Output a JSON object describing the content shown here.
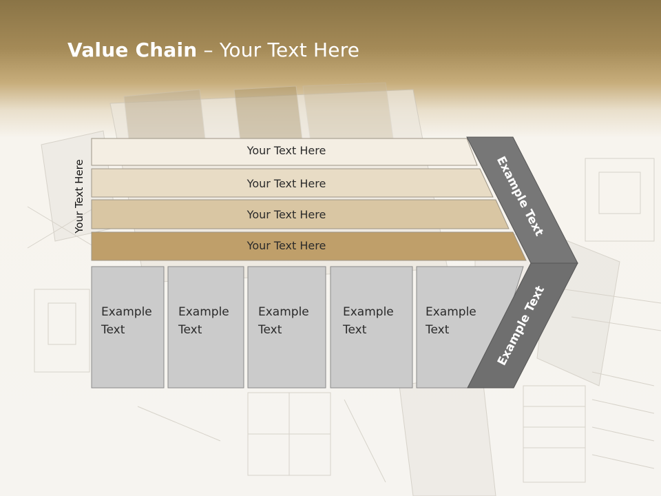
{
  "slide": {
    "title_bold": "Value Chain",
    "title_rest": " – Your Text Here",
    "side_label": "Your Text Here",
    "bars": [
      {
        "label": "Your Text Here",
        "color": "#f4eee3"
      },
      {
        "label": "Your Text Here",
        "color": "#e8dcc5"
      },
      {
        "label": "Your Text Here",
        "color": "#d9c6a3"
      },
      {
        "label": "Your Text Here",
        "color": "#bf9f6a"
      }
    ],
    "boxes": [
      {
        "line1": "Example",
        "line2": "Text"
      },
      {
        "line1": "Example",
        "line2": "Text"
      },
      {
        "line1": "Example",
        "line2": "Text"
      },
      {
        "line1": "Example",
        "line2": "Text"
      },
      {
        "line1": "Example",
        "line2": "Text"
      }
    ],
    "arrow_top_label": "Example Text",
    "arrow_bottom_label": "Example Text",
    "colors": {
      "header": "#a48a57",
      "box_fill": "#cbcbcb",
      "arrow_top": "#777777",
      "arrow_bottom": "#6f6f6f"
    }
  }
}
